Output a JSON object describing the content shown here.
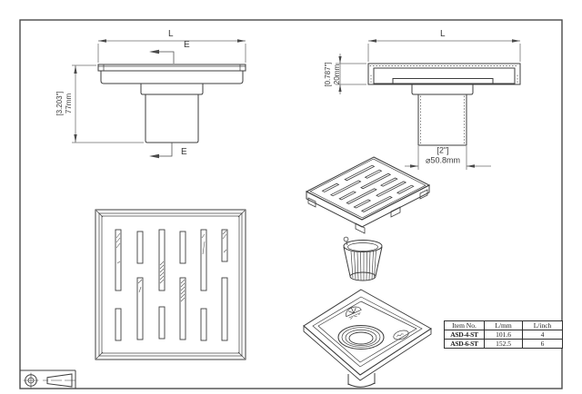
{
  "views": {
    "side": {
      "length_label": "L",
      "section_label_top": "E",
      "section_label_bottom": "E",
      "height_inch": "[3.203\"]",
      "height_mm": "77mm"
    },
    "section": {
      "length_label": "L",
      "rim_height_inch": "[0.787\"]",
      "rim_height_mm": "20mm",
      "outlet_size_inch": "[2\"]",
      "outlet_diameter_mm": "⌀50.8mm"
    }
  },
  "spec_table": {
    "headers": [
      "Item No.",
      "L/mm",
      "L/inch"
    ],
    "rows": [
      [
        "ASD-4-ST",
        "101.6",
        "4"
      ],
      [
        "ASD-6-ST",
        "152.5",
        "6"
      ]
    ]
  },
  "symbols": {
    "projection": "third-angle-projection"
  },
  "colors": {
    "line": "#3d3d3d",
    "dim_line": "#6e6e6e",
    "text": "#2e2e2e",
    "background": "#ffffff"
  }
}
